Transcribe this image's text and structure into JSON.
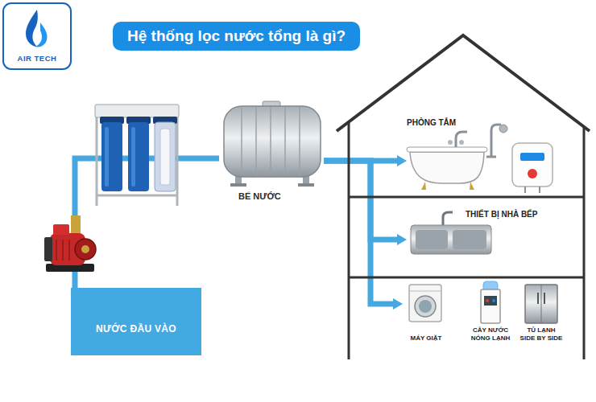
{
  "diagram": {
    "title": "Hệ thống lọc nước tổng là gì?",
    "nodes": [
      {
        "text": [
          "NƯỚC ĐẦU VÀO"
        ]
      },
      {
        "text": [
          "BỂ NƯỚC"
        ]
      },
      {
        "text": [
          "PHÒNG TẮM"
        ]
      },
      {
        "text": [
          "THIẾT BỊ NHÀ BẾP"
        ]
      },
      {
        "text": [
          "MÁY GIẶT"
        ]
      },
      {
        "text": [
          "CÂY NƯỚC NÓNG LẠNH"
        ]
      },
      {
        "text": [
          "TỦ LẠNH SIDE BY SIDE"
        ]
      }
    ],
    "edges": [
      {
        "from": 0,
        "to": 1,
        "arrow": "none"
      },
      {
        "from": 1,
        "to": 2,
        "arrow": "to"
      },
      {
        "from": 1,
        "to": 3,
        "arrow": "to"
      },
      {
        "from": 1,
        "to": 4,
        "arrow": "to"
      }
    ],
    "labels": [
      "AIR TECH"
    ]
  }
}
